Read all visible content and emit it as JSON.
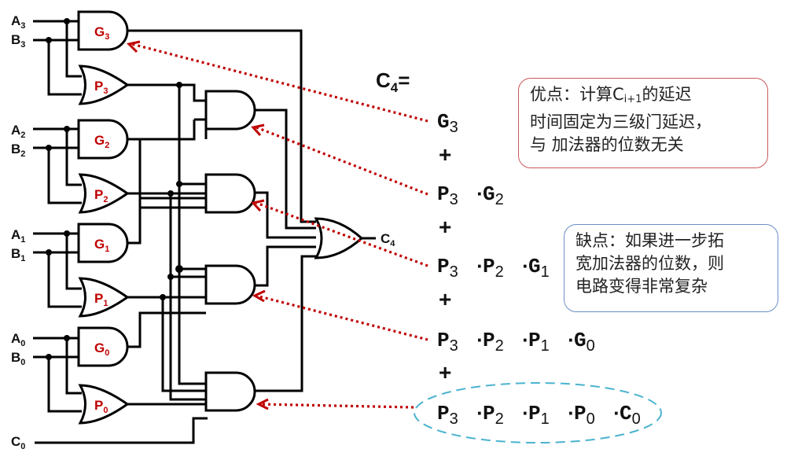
{
  "inputs": [
    {
      "a": "A",
      "b": "B",
      "index": "3"
    },
    {
      "a": "A",
      "b": "B",
      "index": "2"
    },
    {
      "a": "A",
      "b": "B",
      "index": "1"
    },
    {
      "a": "A",
      "b": "B",
      "index": "0"
    }
  ],
  "carry_in": {
    "name": "C",
    "index": "0"
  },
  "carry_out": {
    "name": "C",
    "index": "4"
  },
  "gates": {
    "generate": [
      {
        "name": "G",
        "index": "3"
      },
      {
        "name": "G",
        "index": "2"
      },
      {
        "name": "G",
        "index": "1"
      },
      {
        "name": "G",
        "index": "0"
      }
    ],
    "propagate": [
      {
        "name": "P",
        "index": "3"
      },
      {
        "name": "P",
        "index": "2"
      },
      {
        "name": "P",
        "index": "1"
      },
      {
        "name": "P",
        "index": "0"
      }
    ]
  },
  "equation": {
    "lhs_name": "C",
    "lhs_index": "4",
    "lhs_suffix": "=",
    "plus": "+",
    "dot": "·",
    "terms": [
      [
        {
          "n": "G",
          "i": "3"
        }
      ],
      [
        {
          "n": "P",
          "i": "3"
        },
        {
          "n": "G",
          "i": "2"
        }
      ],
      [
        {
          "n": "P",
          "i": "3"
        },
        {
          "n": "P",
          "i": "2"
        },
        {
          "n": "G",
          "i": "1"
        }
      ],
      [
        {
          "n": "P",
          "i": "3"
        },
        {
          "n": "P",
          "i": "2"
        },
        {
          "n": "P",
          "i": "1"
        },
        {
          "n": "G",
          "i": "0"
        }
      ],
      [
        {
          "n": "P",
          "i": "3"
        },
        {
          "n": "P",
          "i": "2"
        },
        {
          "n": "P",
          "i": "1"
        },
        {
          "n": "P",
          "i": "0"
        },
        {
          "n": "C",
          "i": "0"
        }
      ]
    ]
  },
  "notes": {
    "advantage": {
      "line1_pre": "优点：计算C",
      "line1_sub": "i+1",
      "line1_post": "的延迟",
      "line2": "时间固定为三级门延迟，",
      "line3": "与 加法器的位数无关"
    },
    "disadvantage": {
      "line1": "缺点：如果进一步拓",
      "line2": "宽加法器的位数，则",
      "line3": "电路变得非常复杂"
    }
  },
  "colors": {
    "gate_label": "#c00000",
    "arrow": "#c00000",
    "advantage_border": "#c85a5a",
    "disadvantage_border": "#6b8fc7",
    "ellipse": "#4bb3cf"
  }
}
